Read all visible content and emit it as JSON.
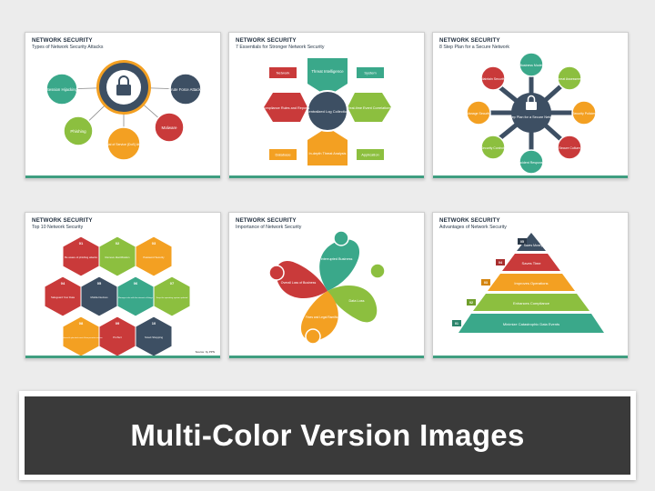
{
  "slides": [
    {
      "title": "NETWORK SECURITY",
      "subtitle": "Types of Network Security Attacks",
      "items": [
        "Session Hijacking",
        "Brute Force Attacks",
        "Phishing",
        "Denial of Service (DoS) Attack",
        "Malware"
      ],
      "colors": [
        "#3aa88a",
        "#3d4f63",
        "#8cbf3f",
        "#f3a022",
        "#c93a3a"
      ]
    },
    {
      "title": "NETWORK SECURITY",
      "subtitle": "7 Essentials for Stronger Network Security",
      "center": "Centralized Log Collection",
      "items": [
        "Threat Intelligence",
        "Real-time Event Correlations",
        "In-depth Threat Analysis",
        "Compliance Rules and Reports"
      ],
      "tags": [
        "Network",
        "System",
        "Database",
        "Application"
      ]
    },
    {
      "title": "NETWORK SECURITY",
      "subtitle": "8 Step Plan for a Secure Network",
      "center": "8 Step Plan for a Secure Network",
      "items": [
        "Business Model",
        "Threat Assessment",
        "Security Policies",
        "Secure Culture",
        "Incident Response",
        "Security Controls",
        "Manage Security",
        "Maintain Security"
      ]
    },
    {
      "title": "NETWORK SECURITY",
      "subtitle": "Top 10 Network Security",
      "nums": [
        "01",
        "02",
        "03",
        "04",
        "05",
        "06",
        "07",
        "08",
        "09",
        "10"
      ],
      "items": [
        "Be aware of phishing attacks",
        "Remove Identification",
        "Password Security",
        "Safeguard Your Data",
        "Mobile Devices",
        "Manage risks with the internet of things",
        "Keep the operating system updated",
        "Stay informed of cyber-attack events & future prevention measures",
        "ProTect",
        "Smart Shopping"
      ],
      "source": "Source: by PPN"
    },
    {
      "title": "NETWORK SECURITY",
      "subtitle": "Importance of Network Security",
      "items": [
        "Interrupted Business",
        "Data Loss",
        "Fines and Legal Ramifications",
        "Overall Loss of Business"
      ]
    },
    {
      "title": "NETWORK SECURITY",
      "subtitle": "Advantages of Network Security",
      "levels": [
        {
          "num": "05",
          "label": "Saves Money"
        },
        {
          "num": "04",
          "label": "Saves Time"
        },
        {
          "num": "03",
          "label": "Improves Operations"
        },
        {
          "num": "02",
          "label": "Enhances Compliance"
        },
        {
          "num": "01",
          "label": "Minimize Catastrophic Data Events"
        }
      ]
    }
  ],
  "footer": {
    "text": "Multi-Color Version Images"
  }
}
